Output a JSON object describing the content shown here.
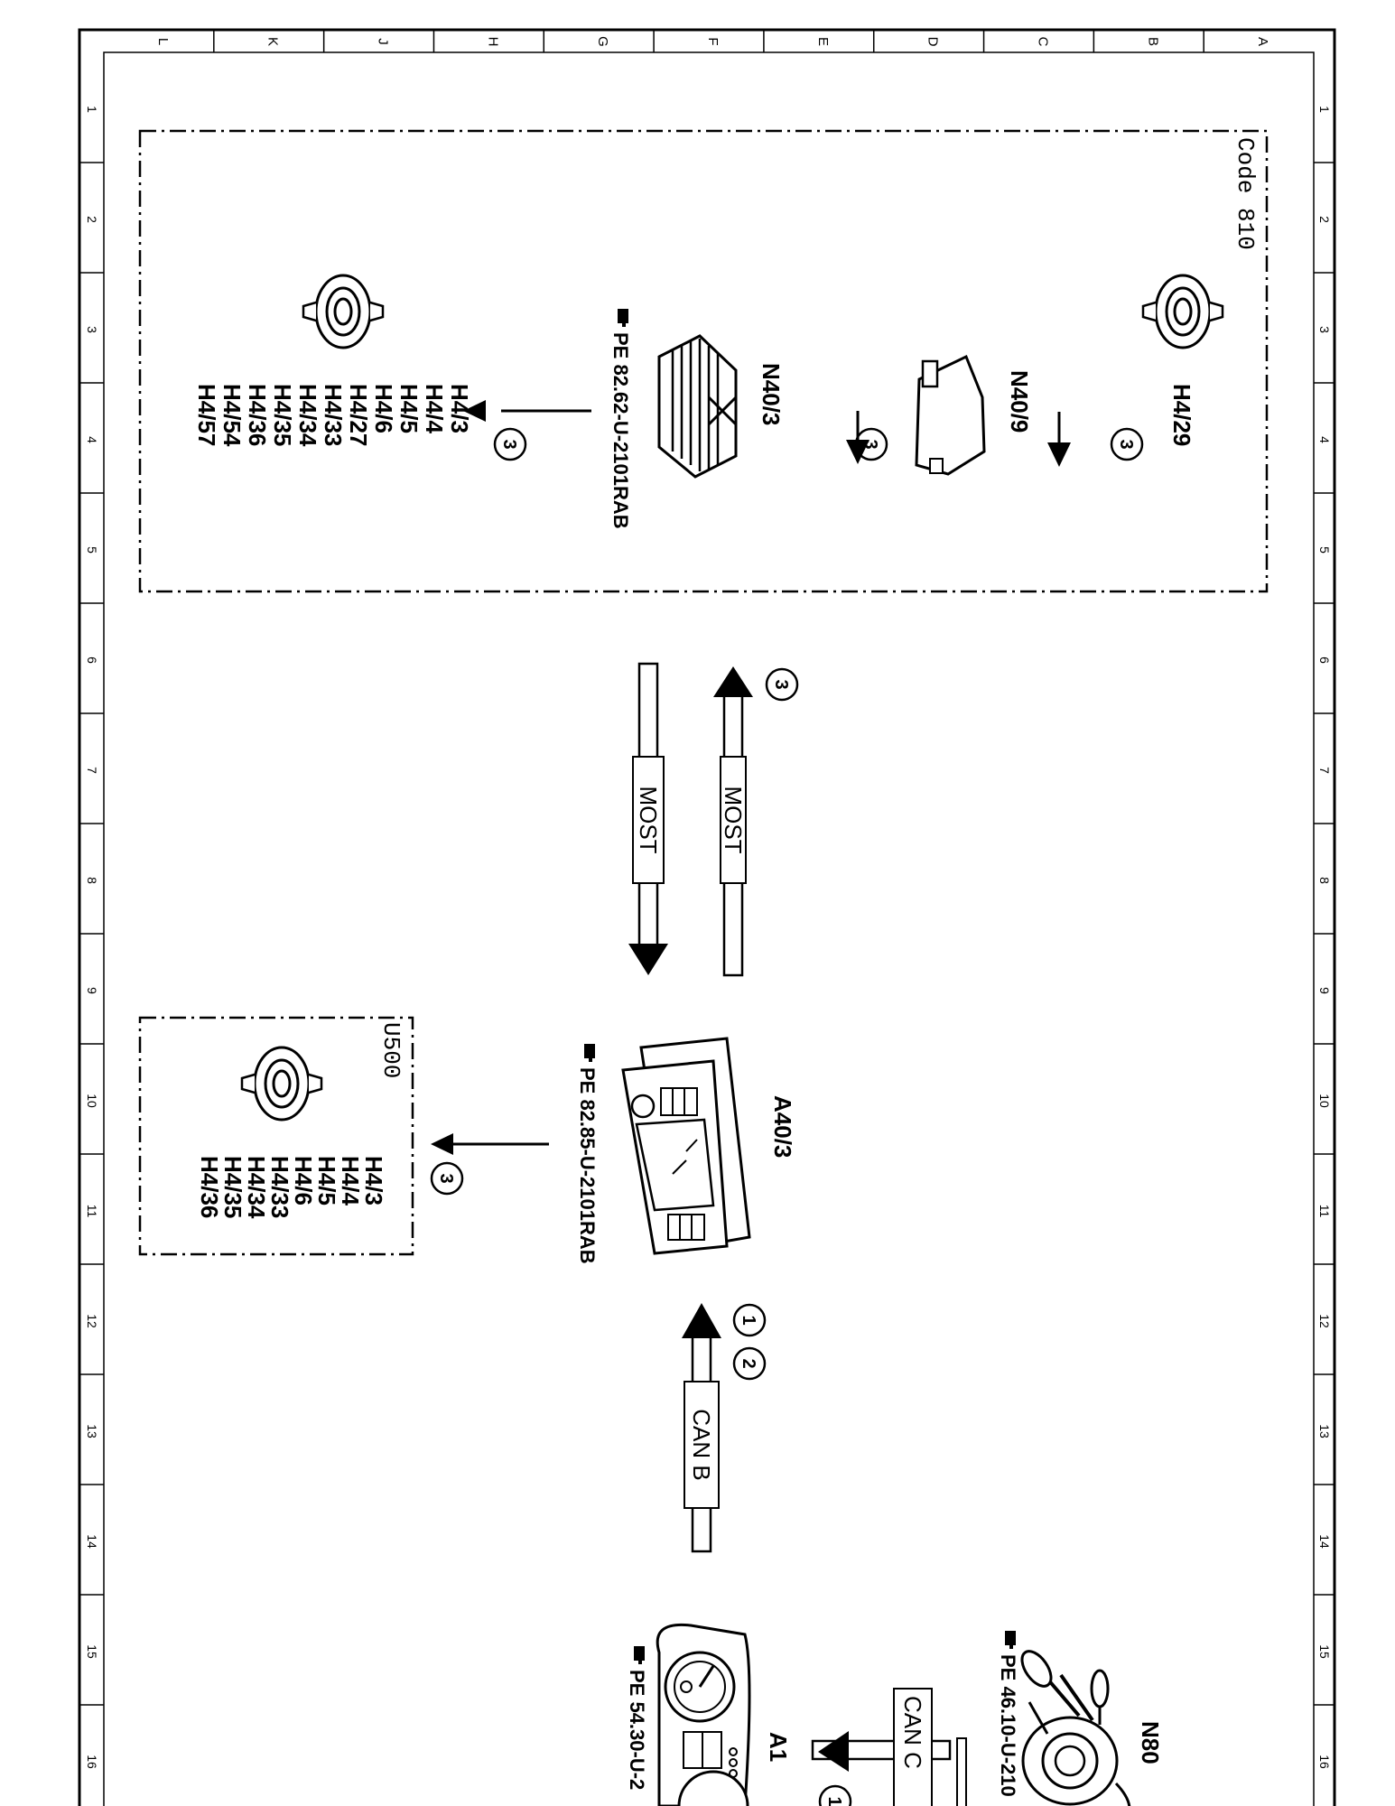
{
  "frame": {
    "column_letters": [
      "L",
      "K",
      "J",
      "H",
      "G",
      "F",
      "E",
      "D",
      "C",
      "B",
      "A"
    ],
    "row_numbers": [
      "1",
      "2",
      "3",
      "4",
      "5",
      "6",
      "7",
      "8",
      "9",
      "10",
      "11",
      "12",
      "13",
      "14",
      "15",
      "16"
    ]
  },
  "code_box": {
    "label": "Code 810",
    "h4_29": "H4/29",
    "n40_9": "N40/9",
    "n40_3": "N40/3",
    "n40_3_ref": "PE 82.62-U-2101RAB",
    "speaker_list": [
      "H4/3",
      "H4/4",
      "H4/5",
      "H4/6",
      "H4/27",
      "H4/33",
      "H4/34",
      "H4/35",
      "H4/36",
      "H4/54",
      "H4/57"
    ]
  },
  "bus": {
    "most_label": "MOST",
    "can_b_label": "CAN B",
    "can_c_label": "CAN C"
  },
  "circle_refs": {
    "one": "1",
    "two": "2",
    "three": "3"
  },
  "a40_3": {
    "name": "A40/3",
    "ref": "PE 82.85-U-2101RAB"
  },
  "u500": {
    "label": "U500",
    "speaker_list": [
      "H4/3",
      "H4/4",
      "H4/5",
      "H4/6",
      "H4/33",
      "H4/34",
      "H4/35",
      "H4/36"
    ]
  },
  "n80": {
    "name": "N80",
    "ref": "PE 46.10-U-210"
  },
  "a1": {
    "name": "A1",
    "ref": "PE 54.30-U-2"
  }
}
